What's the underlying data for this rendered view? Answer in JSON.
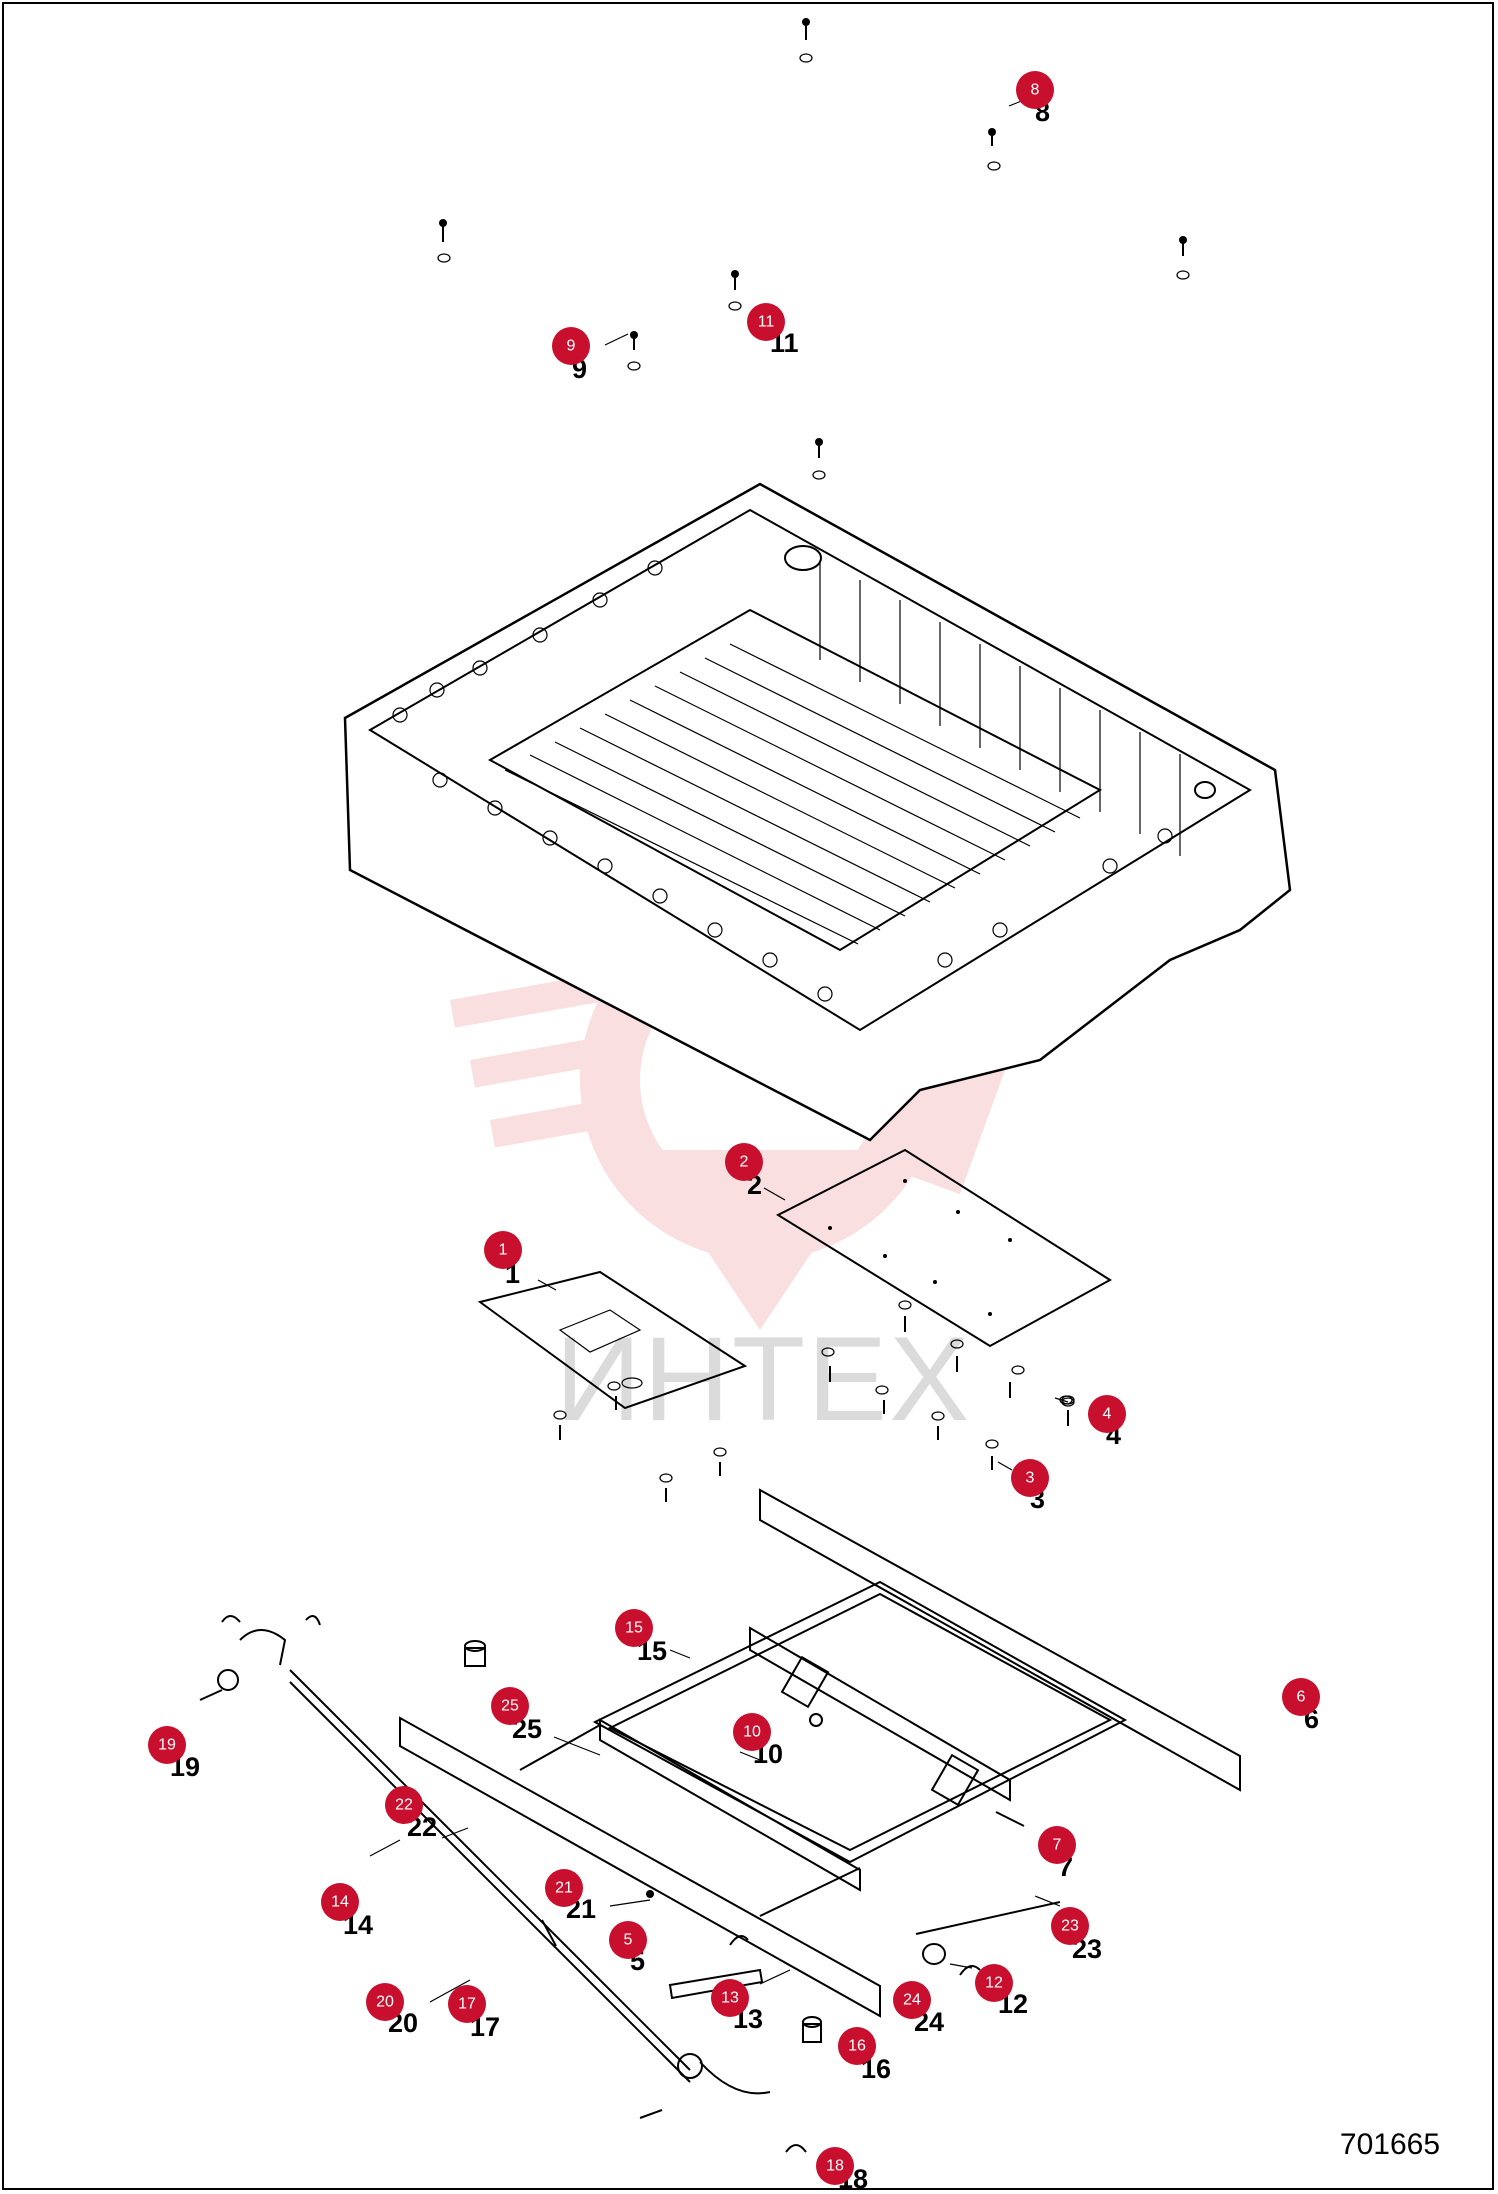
{
  "diagram_id": "701665",
  "watermark_text": "ИНТЕХ",
  "colors": {
    "badge": "#c8102e",
    "watermark": "#f2b7b7"
  },
  "parts": [
    {
      "id": "p1",
      "badge": "1",
      "num": "1"
    },
    {
      "id": "p2",
      "badge": "2",
      "num": "2"
    },
    {
      "id": "p3",
      "badge": "3",
      "num": "3"
    },
    {
      "id": "p4",
      "badge": "4",
      "num": "4"
    },
    {
      "id": "p5",
      "badge": "5",
      "num": "5"
    },
    {
      "id": "p6",
      "badge": "6",
      "num": "6"
    },
    {
      "id": "p7",
      "badge": "7",
      "num": "7"
    },
    {
      "id": "p8",
      "badge": "8",
      "num": "8"
    },
    {
      "id": "p9",
      "badge": "9",
      "num": "9"
    },
    {
      "id": "p10",
      "badge": "10",
      "num": "10"
    },
    {
      "id": "p11",
      "badge": "11",
      "num": "11"
    },
    {
      "id": "p12",
      "badge": "12",
      "num": "12"
    },
    {
      "id": "p13",
      "badge": "13",
      "num": "13"
    },
    {
      "id": "p14",
      "badge": "14",
      "num": "14"
    },
    {
      "id": "p15",
      "badge": "15",
      "num": "15"
    },
    {
      "id": "p16",
      "badge": "16",
      "num": "16"
    },
    {
      "id": "p17",
      "badge": "17",
      "num": "17"
    },
    {
      "id": "p18",
      "badge": "18",
      "num": "18"
    },
    {
      "id": "p19",
      "badge": "19",
      "num": "19"
    },
    {
      "id": "p20",
      "badge": "20",
      "num": "20"
    },
    {
      "id": "p21",
      "badge": "21",
      "num": "21"
    },
    {
      "id": "p22",
      "badge": "22",
      "num": "22"
    },
    {
      "id": "p23",
      "badge": "23",
      "num": "23"
    },
    {
      "id": "p24",
      "badge": "24",
      "num": "24"
    },
    {
      "id": "p25",
      "badge": "25",
      "num": "25"
    }
  ]
}
